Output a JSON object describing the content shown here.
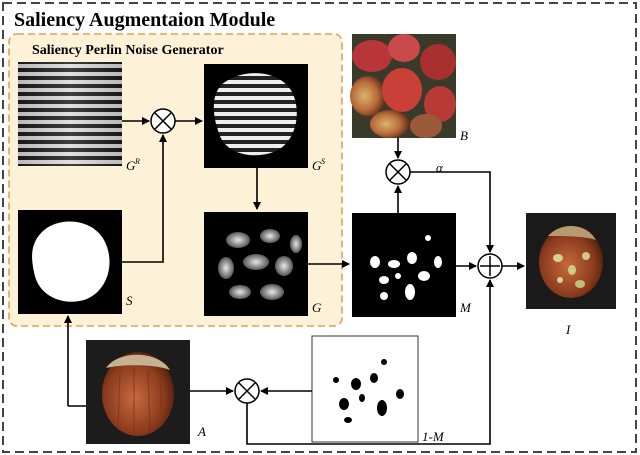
{
  "module": {
    "title": "Saliency Augmentaion Module",
    "generator_title": "Saliency Perlin Noise Generator"
  },
  "labels": {
    "gr": "G",
    "gr_sup": "R",
    "gs": "G",
    "gs_sup": "S",
    "s": "S",
    "g": "G",
    "m": "M",
    "b": "B",
    "alpha": "α",
    "a": "A",
    "i": "I",
    "one_minus_m": "1-M"
  },
  "colors": {
    "generator_fill": "#fdf1d8",
    "generator_border": "#e8a050",
    "border": "#444444"
  }
}
